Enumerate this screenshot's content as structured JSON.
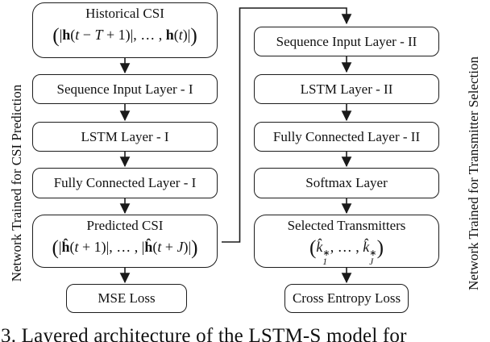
{
  "caption": "3. Layered architecture of the LSTM-S model for",
  "side_labels": {
    "left": "Network Trained for CSI Prediction",
    "right": "Network Trained for Transmitter Selection"
  },
  "left_column": {
    "historical": {
      "title": "Historical CSI",
      "math": [
        {
          "t": "(",
          "big": 1
        },
        {
          "t": "|"
        },
        {
          "t": "h",
          "b": 1
        },
        {
          "t": "("
        },
        {
          "t": "t",
          "i": 1
        },
        {
          "t": " − "
        },
        {
          "t": "T",
          "i": 1
        },
        {
          "t": " + 1)|, … ,  "
        },
        {
          "t": "h",
          "b": 1
        },
        {
          "t": "("
        },
        {
          "t": "t",
          "i": 1
        },
        {
          "t": ")|"
        },
        {
          "t": ")",
          "big": 1
        }
      ]
    },
    "seq": "Sequence Input Layer - I",
    "lstm": "LSTM Layer - I",
    "fc": "Fully Connected Layer - I",
    "predicted": {
      "title": "Predicted CSI",
      "math": [
        {
          "t": "(",
          "big": 1
        },
        {
          "t": "|"
        },
        {
          "t": "ĥ",
          "b": 1
        },
        {
          "t": "("
        },
        {
          "t": "t",
          "i": 1
        },
        {
          "t": " + 1)|, … , |"
        },
        {
          "t": "ĥ",
          "b": 1
        },
        {
          "t": "("
        },
        {
          "t": "t",
          "i": 1
        },
        {
          "t": " + "
        },
        {
          "t": "J",
          "i": 1
        },
        {
          "t": ")|"
        },
        {
          "t": ")",
          "big": 1
        }
      ]
    },
    "loss": "MSE Loss"
  },
  "right_column": {
    "seq": "Sequence Input Layer - II",
    "lstm": "LSTM Layer - II",
    "fc": "Fully Connected Layer - II",
    "softmax": "Softmax Layer",
    "selected": {
      "title": "Selected Transmitters",
      "math": [
        {
          "t": "(",
          "big": 1
        },
        {
          "t": "k̂",
          "i": 1
        },
        {
          "sup": "∗",
          "sub": "1"
        },
        {
          "t": ", … , "
        },
        {
          "t": "k̂",
          "i": 1
        },
        {
          "sup": "∗",
          "sub": "J"
        },
        {
          "t": ")",
          "big": 1
        }
      ]
    },
    "loss": "Cross Entropy Loss"
  },
  "colors": {
    "background": "#ffffff",
    "line": "#1a1a1a",
    "box_border": "#1c1c1c",
    "text": "#111111"
  }
}
